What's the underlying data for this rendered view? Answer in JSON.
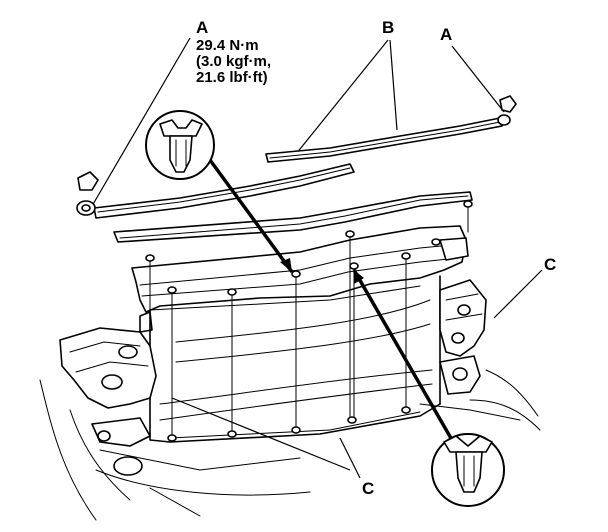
{
  "labels": {
    "a_left": "A",
    "a_right": "A",
    "b": "B",
    "c_right": "C",
    "c_bottom": "C"
  },
  "torque_spec": {
    "line1": "29.4 N·m",
    "line2": "(3.0 kgf·m,",
    "line3": "21.6 lbf·ft)"
  }
}
